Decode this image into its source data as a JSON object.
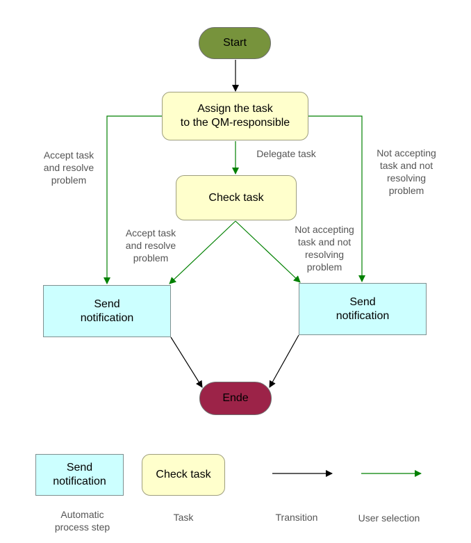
{
  "nodes": {
    "start": "Start",
    "assign": "Assign the task\nto the QM-responsible",
    "check": "Check task",
    "send_left": "Send\nnotification",
    "send_right": "Send\nnotification",
    "end": "Ende"
  },
  "edge_labels": {
    "assign_accept": "Accept task\nand resolve\nproblem",
    "assign_delegate": "Delegate task",
    "assign_not_accept": "Not accepting\ntask and not\nresolving\nproblem",
    "check_accept": "Accept task\nand resolve\nproblem",
    "check_not_accept": "Not accepting\ntask and not\nresolving\nproblem"
  },
  "legend": {
    "auto_sample": "Send\nnotification",
    "auto_label": "Automatic\nprocess step",
    "task_sample": "Check task",
    "task_label": "Task",
    "transition_label": "Transition",
    "user_selection_label": "User selection"
  },
  "colors": {
    "start_fill": "#77933c",
    "end_fill": "#9c2348",
    "task_fill": "#ffffcc",
    "auto_fill": "#ccffff",
    "transition": "#000000",
    "user_selection": "#008000"
  }
}
